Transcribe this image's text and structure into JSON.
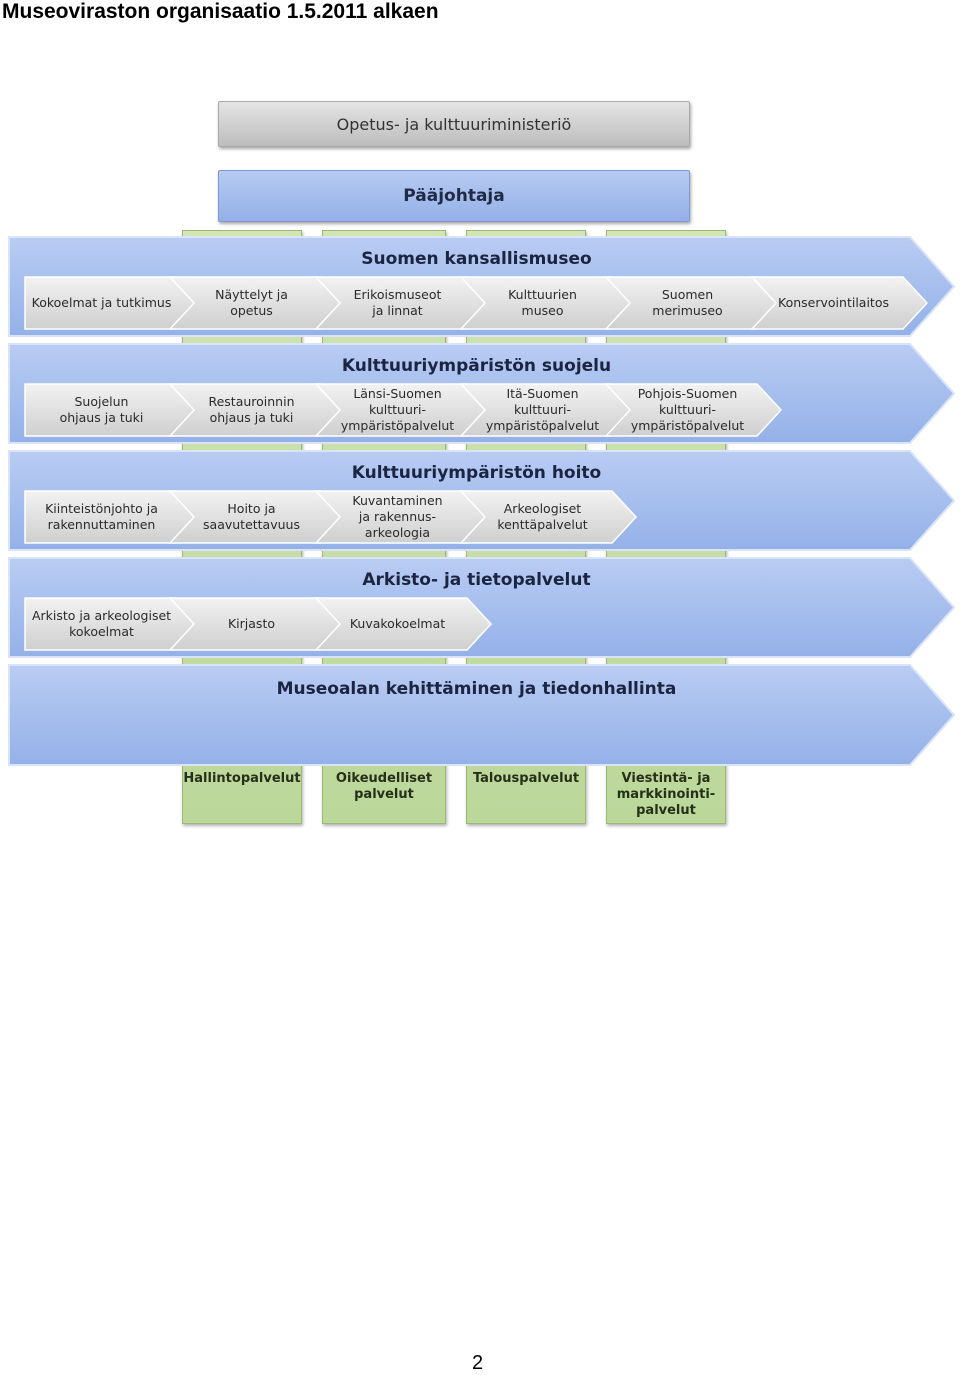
{
  "page": {
    "title": "Museoviraston organisaatio 1.5.2011 alkaen",
    "page_number": "2"
  },
  "ministry": "Opetus- ja kulttuuriministeriö",
  "director": "Pääjohtaja",
  "bands": [
    {
      "title": "Suomen kansallismuseo",
      "units": [
        "Kokoelmat ja tutkimus",
        "Näyttelyt ja\nopetus",
        "Erikoismuseot\nja linnat",
        "Kulttuurien\nmuseo",
        "Suomen\nmerimuseo",
        "Konservointilaitos"
      ]
    },
    {
      "title": "Kulttuuriympäristön suojelu",
      "units": [
        "Suojelun\nohjaus ja tuki",
        "Restauroinnin\nohjaus ja tuki",
        "Länsi-Suomen\nkulttuuri-\nympäristöpalvelut",
        "Itä-Suomen\nkulttuuri-\nympäristöpalvelut",
        "Pohjois-Suomen\nkulttuuri-\nympäristöpalvelut"
      ]
    },
    {
      "title": "Kulttuuriympäristön hoito",
      "units": [
        "Kiinteistönjohto ja\nrakennuttaminen",
        "Hoito ja\nsaavutettavuus",
        "Kuvantaminen\nja rakennus-\narkeologia",
        "Arkeologiset\nkenttäpalvelut"
      ]
    },
    {
      "title": "Arkisto- ja tietopalvelut",
      "units": [
        "Arkisto ja arkeologiset\nkokoelmat",
        "Kirjasto",
        "Kuvakokoelmat"
      ]
    },
    {
      "title": "Museoalan kehittäminen ja tiedonhallinta",
      "units": []
    }
  ],
  "support_services": [
    "Hallintopalvelut",
    "Oikeudelliset\npalvelut",
    "Talouspalvelut",
    "Viestintä- ja\nmarkkinointi-\npalvelut"
  ],
  "colors": {
    "band_fill": "#a6bff0",
    "chevron_fill": "#e0e0e0",
    "column_fill": "#c6dda6",
    "director_fill": "#a3bdec",
    "ministry_fill": "#cfcfcf"
  }
}
